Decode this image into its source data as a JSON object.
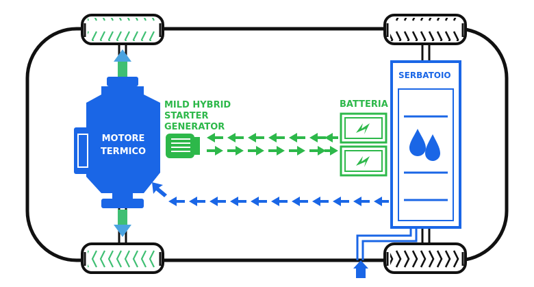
{
  "labels": {
    "engine": [
      "MOTORE",
      "TERMICO"
    ],
    "starter_generator": [
      "MILD HYBRID",
      "STARTER",
      "GENERATOR"
    ],
    "battery": "BATTERIA",
    "tank": "SERBATOIO"
  },
  "colors": {
    "outline": "#111111",
    "engine_blue": "#1a66e6",
    "hybrid_green": "#2db84a",
    "tire_pattern_green": "#3fbf73",
    "tire_pattern_blue": "#4aa3e0",
    "background": "#ffffff"
  },
  "icons": {
    "battery": "lightning-bolt-icon",
    "fuel": "water-drops-icon"
  }
}
